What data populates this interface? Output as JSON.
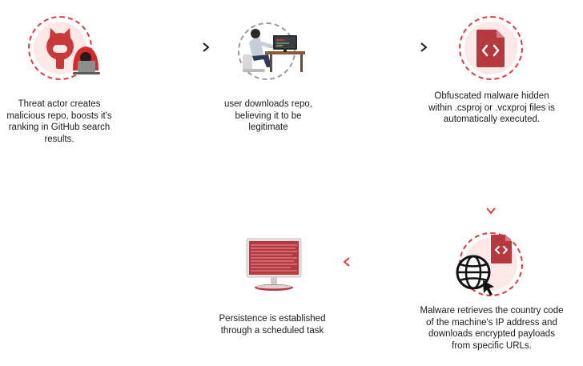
{
  "steps": [
    {
      "id": "1",
      "text": "Threat actor creates malicious repo, boosts it's ranking in GitHub search results."
    },
    {
      "id": "2",
      "text": "user downloads repo, believing it to be legitimate"
    },
    {
      "id": "3",
      "text": "Obfuscated malware hidden within .csproj or .vcxproj files is automatically executed."
    },
    {
      "id": "4",
      "text": "Malware retrieves the country code of the machine's IP address and downloads encrypted payloads from specific URLs."
    },
    {
      "id": "5",
      "text": "Persistence is established through a scheduled task"
    }
  ],
  "colors": {
    "accent": "#e23a3a",
    "accent_dark": "#b53a3f",
    "fill": "#fde8e8",
    "arrow_dark": "#1a1a1a"
  },
  "icons": [
    "github-hacker-icon",
    "user-at-desk-icon",
    "code-file-icon",
    "globe-code-file-icon",
    "monitor-icon"
  ]
}
